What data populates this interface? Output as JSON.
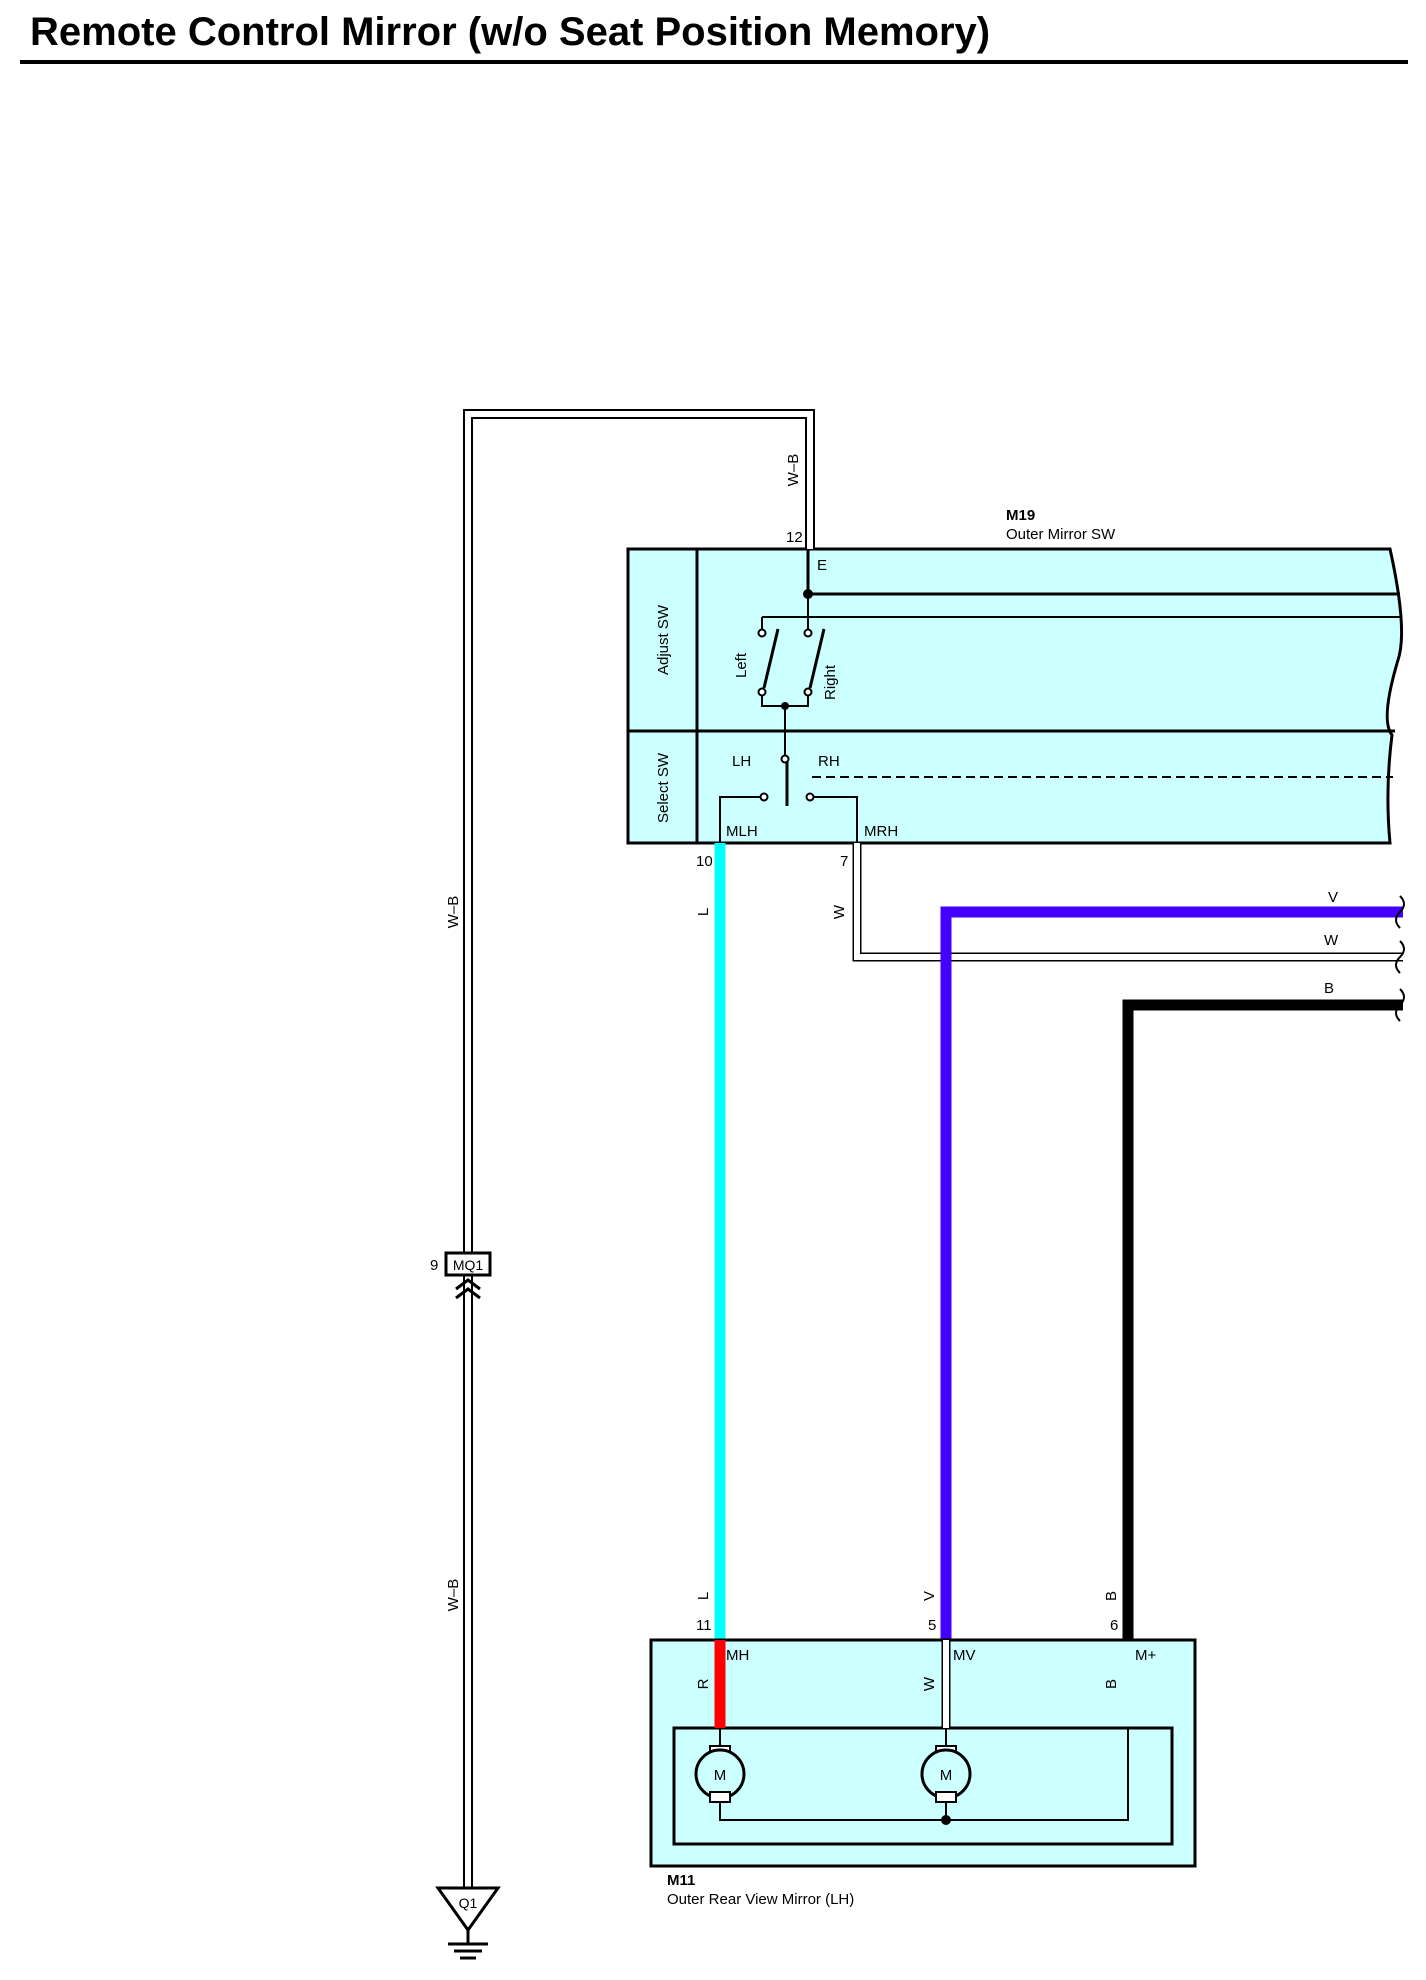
{
  "title": "Remote Control Mirror (w/o Seat Position Memory)",
  "colors": {
    "box_fill": "#ccffff",
    "L": "#00ffff",
    "V": "#4400ff",
    "B": "#000000",
    "R": "#ff0000",
    "W": "#ffffff"
  },
  "m19": {
    "code": "M19",
    "name": "Outer Mirror SW",
    "adjust_label": "Adjust SW",
    "select_label": "Select SW",
    "left": "Left",
    "right": "Right",
    "lh": "LH",
    "rh": "RH",
    "terminal_e": "E",
    "terminal_mlh": "MLH",
    "terminal_mrh": "MRH",
    "pin_12": "12",
    "pin_10": "10",
    "pin_7": "7"
  },
  "m11": {
    "code": "M11",
    "name": "Outer Rear View Mirror (LH)",
    "terminal_mh": "MH",
    "terminal_mv": "MV",
    "terminal_mplus": "M+",
    "pin_11": "11",
    "pin_5": "5",
    "pin_6": "6",
    "motor": "M"
  },
  "wires": {
    "wb_top": "W–B",
    "wb_mid": "W–B",
    "wb_low": "W–B",
    "l_top": "L",
    "l_bot": "L",
    "w_top": "W",
    "v_bot": "V",
    "b_bot": "B",
    "r_in": "R",
    "w_in": "W",
    "b_in": "B",
    "v_right": "V",
    "w_right": "W",
    "b_right": "B"
  },
  "connector_mq1": {
    "code": "MQ1",
    "pin": "9"
  },
  "ground_q1": {
    "code": "Q1"
  }
}
